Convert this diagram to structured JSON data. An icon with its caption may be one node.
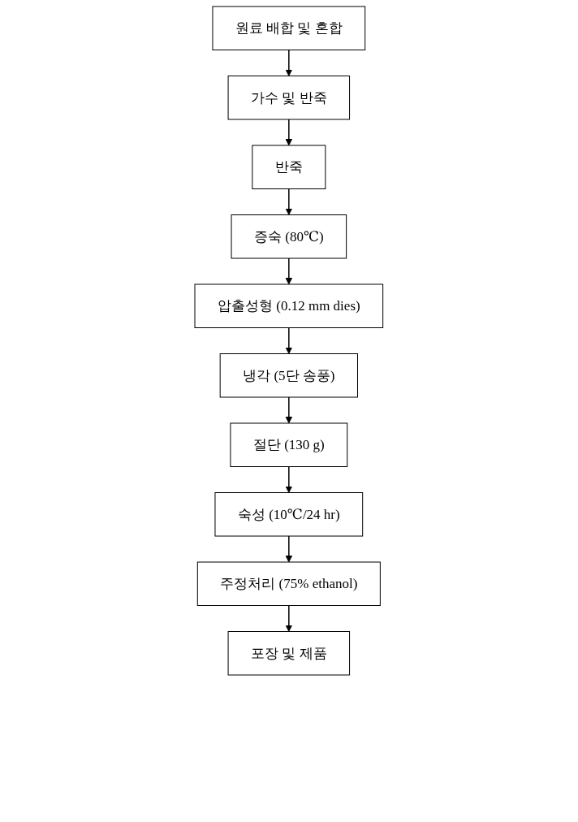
{
  "diagram": {
    "nodes": [
      {
        "text": [
          "원료 배합 및 혼합"
        ]
      },
      {
        "text": [
          "가수 및 반죽"
        ]
      },
      {
        "text": [
          "반죽"
        ]
      },
      {
        "text": [
          "증숙 (80℃)"
        ]
      },
      {
        "text": [
          "압출성형 (0.12 mm dies)"
        ]
      },
      {
        "text": [
          "냉각 (5단 송풍)"
        ]
      },
      {
        "text": [
          "절단 (130 g)"
        ]
      },
      {
        "text": [
          "숙성 (10℃/24 hr)"
        ]
      },
      {
        "text": [
          "주정처리 (75% ethanol)"
        ]
      },
      {
        "text": [
          "포장 및 제품"
        ]
      }
    ],
    "edges": [
      {
        "from": 0,
        "to": 1,
        "arrow": "to"
      },
      {
        "from": 1,
        "to": 2,
        "arrow": "to"
      },
      {
        "from": 2,
        "to": 3,
        "arrow": "to"
      },
      {
        "from": 3,
        "to": 4,
        "arrow": "to"
      },
      {
        "from": 4,
        "to": 5,
        "arrow": "to"
      },
      {
        "from": 5,
        "to": 6,
        "arrow": "to"
      },
      {
        "from": 6,
        "to": 7,
        "arrow": "to"
      },
      {
        "from": 7,
        "to": 8,
        "arrow": "to"
      },
      {
        "from": 8,
        "to": 9,
        "arrow": "to"
      }
    ]
  }
}
